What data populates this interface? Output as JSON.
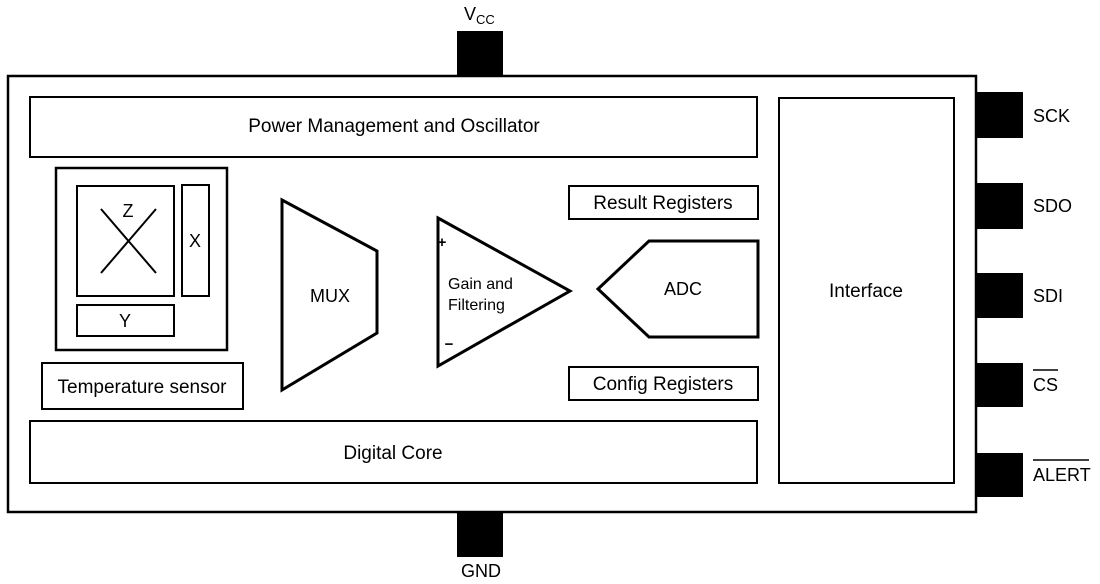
{
  "colors": {
    "background": "#ffffff",
    "line": "#000000",
    "pin_fill": "#000000"
  },
  "blocks": {
    "power_management": {
      "label": "Power Management and Oscillator"
    },
    "sensor_array": {
      "z_label": "Z",
      "x_label": "X",
      "y_label": "Y"
    },
    "temperature_sensor": {
      "label": "Temperature sensor"
    },
    "mux": {
      "label": "MUX"
    },
    "amplifier": {
      "line1": "Gain and",
      "line2": "Filtering",
      "plus": "+",
      "minus": "−"
    },
    "adc": {
      "label": "ADC"
    },
    "result_registers": {
      "label": "Result Registers"
    },
    "config_registers": {
      "label": "Config Registers"
    },
    "digital_core": {
      "label": "Digital Core"
    },
    "interface": {
      "label": "Interface"
    }
  },
  "pins": {
    "vcc": {
      "main": "V",
      "sub": "CC"
    },
    "gnd": {
      "label": "GND"
    },
    "right": [
      {
        "label": "SCK",
        "overline": false
      },
      {
        "label": "SDO",
        "overline": false
      },
      {
        "label": "SDI",
        "overline": false
      },
      {
        "label": "CS",
        "overline": true
      },
      {
        "label": "ALERT",
        "overline": true
      }
    ]
  }
}
